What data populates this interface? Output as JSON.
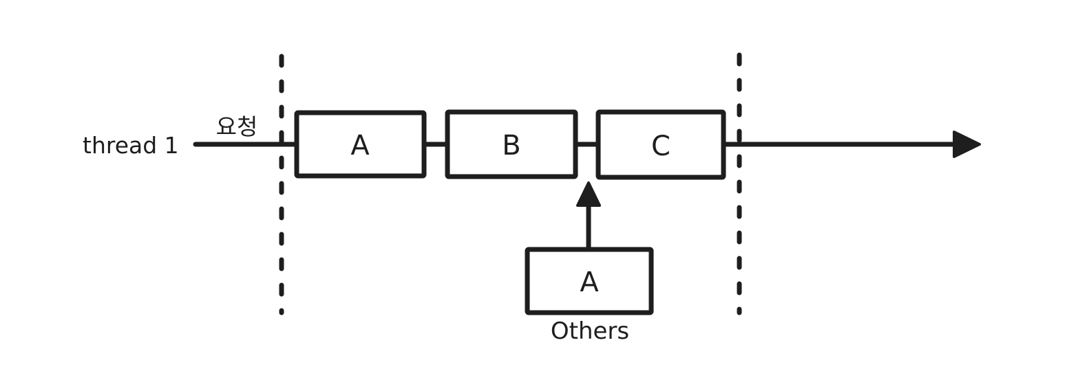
{
  "diagram": {
    "background_color": "#ffffff",
    "stroke_color": "#1e1e1e",
    "thread_label": "thread 1",
    "request_label": "요청",
    "timeline_boxes": [
      {
        "label": "A"
      },
      {
        "label": "B"
      },
      {
        "label": "C"
      }
    ],
    "others_box": {
      "label": "A",
      "caption": "Others"
    }
  }
}
